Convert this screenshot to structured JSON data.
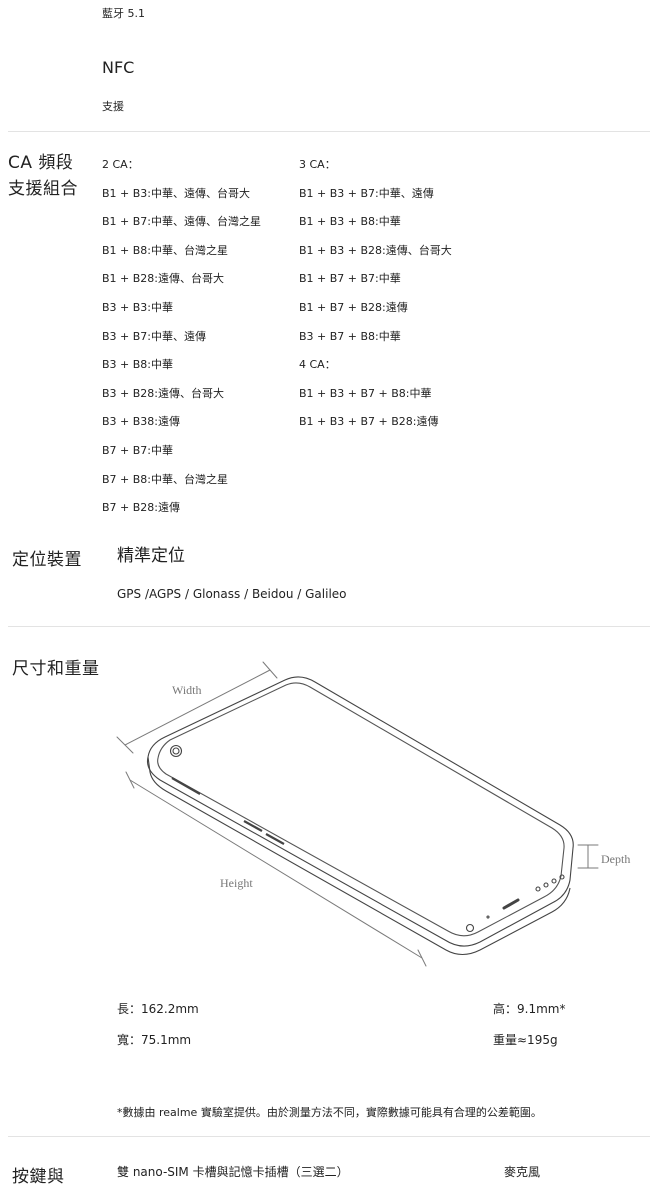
{
  "top": {
    "bluetooth_value": "藍牙 5.1",
    "nfc_title": "NFC",
    "nfc_value": "支援"
  },
  "ca": {
    "title_line1": "CA 頻段",
    "title_line2": "支援組合",
    "col1_header": "2 CA：",
    "col1": [
      "B1 + B3:中華、遠傳、台哥大",
      "B1 + B7:中華、遠傳、台灣之星",
      "B1 + B8:中華、台灣之星",
      "B1 + B28:遠傳、台哥大",
      "B3 + B3:中華",
      "B3 + B7:中華、遠傳",
      "B3 + B8:中華",
      "B3 + B28:遠傳、台哥大",
      "B3 + B38:遠傳",
      "B7 + B7:中華",
      "B7 + B8:中華、台灣之星",
      "B7 + B28:遠傳"
    ],
    "col2_header": "3 CA：",
    "col2": [
      "B1 + B3 + B7:中華、遠傳",
      "B1 + B3 + B8:中華",
      "B1 + B3 + B28:遠傳、台哥大",
      "B1 + B7 + B7:中華",
      "B1 + B7 + B28:遠傳",
      "B3 + B7 + B8:中華"
    ],
    "col2b_header": "4 CA：",
    "col2b": [
      "B1 + B3 + B7 + B8:中華",
      "B1 + B3 + B7 + B28:遠傳"
    ]
  },
  "positioning": {
    "title": "定位裝置",
    "subtitle": "精準定位",
    "value": "GPS /AGPS / Glonass / Beidou / Galileo"
  },
  "dimensions": {
    "title": "尺寸和重量",
    "diagram_width_label": "Width",
    "diagram_height_label": "Height",
    "diagram_depth_label": "Depth",
    "length": "長：162.2mm",
    "width": "寬：75.1mm",
    "height": "高：9.1mm*",
    "weight": "重量≈195g",
    "footnote": "*數據由 realme 實驗室提供。由於測量方法不同，實際數據可能具有合理的公差範圍。"
  },
  "buttons": {
    "title": "按鍵與",
    "slot_value": "雙 nano-SIM 卡槽與記憶卡插槽（三選二）",
    "mic_value": "麥克風"
  }
}
